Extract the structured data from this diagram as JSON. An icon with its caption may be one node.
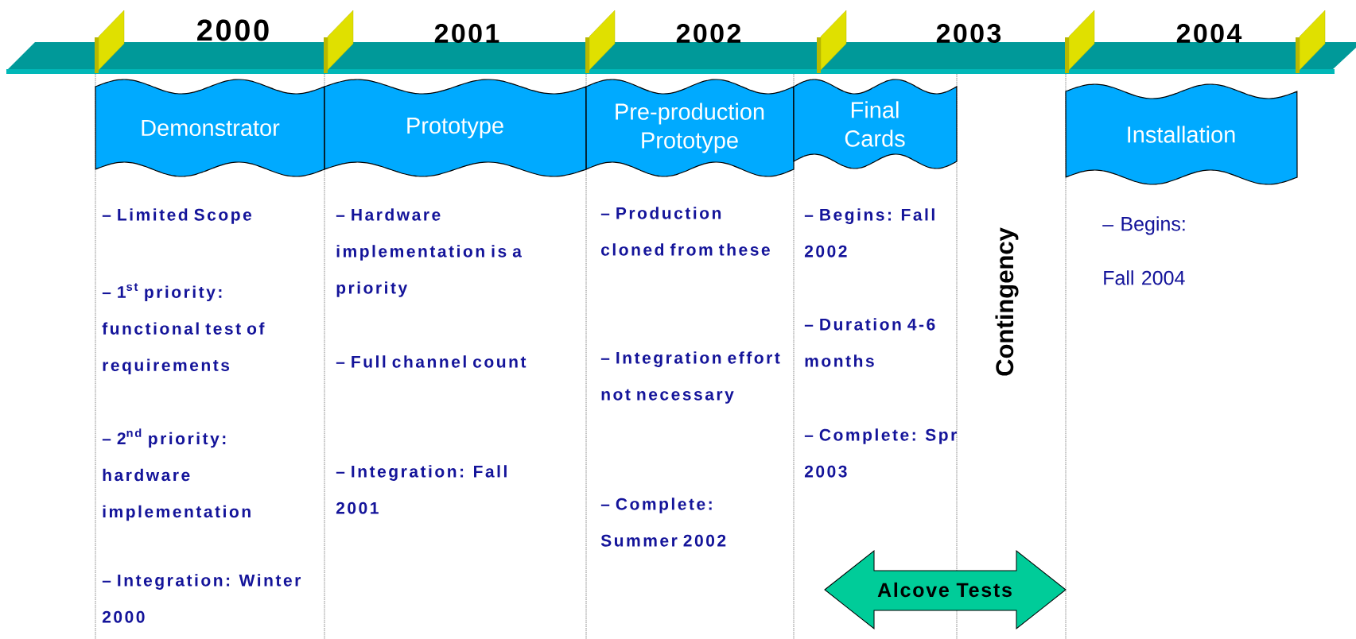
{
  "diagram": {
    "nodes": [
      {
        "text": [
          "Demonstrator"
        ]
      },
      {
        "text": [
          "Prototype"
        ]
      },
      {
        "text": [
          "Pre-production Prototype"
        ]
      },
      {
        "text": [
          "Final Cards"
        ]
      },
      {
        "text": [
          "Installation"
        ]
      },
      {
        "text": [
          "Alcove Tests"
        ]
      }
    ],
    "labels": [
      "2000",
      "2001",
      "2002",
      "2003",
      "2004",
      "– Limited Scope",
      "– Hardware implementation is a priority",
      "– Production cloned from these",
      "– Begins: Fall 2002",
      "Contingency",
      "– Begins: Fall 2004",
      "\\text{– 1}^{\\text{st}}\\allowbreak\\ \\text{priority:}\\allowbreak\\ \\text{functional}\\allowbreak\\ \\text{test}\\allowbreak\\ \\text{of}\\allowbreak\\ \\text{requirements}",
      "– Duration 4-6 months",
      "– Integration effort not necessary",
      "– Full channel count",
      "\\text{– 2}^{\\text{nd}}\\allowbreak\\ \\text{priority:}\\allowbreak\\ \\text{hardware}\\allowbreak\\ \\text{implementation}",
      "– Complete: Spr 2003",
      "– Integration: Fall 2001",
      "– Complete: Summer 2002",
      "– Integration: Winter 2000"
    ]
  }
}
